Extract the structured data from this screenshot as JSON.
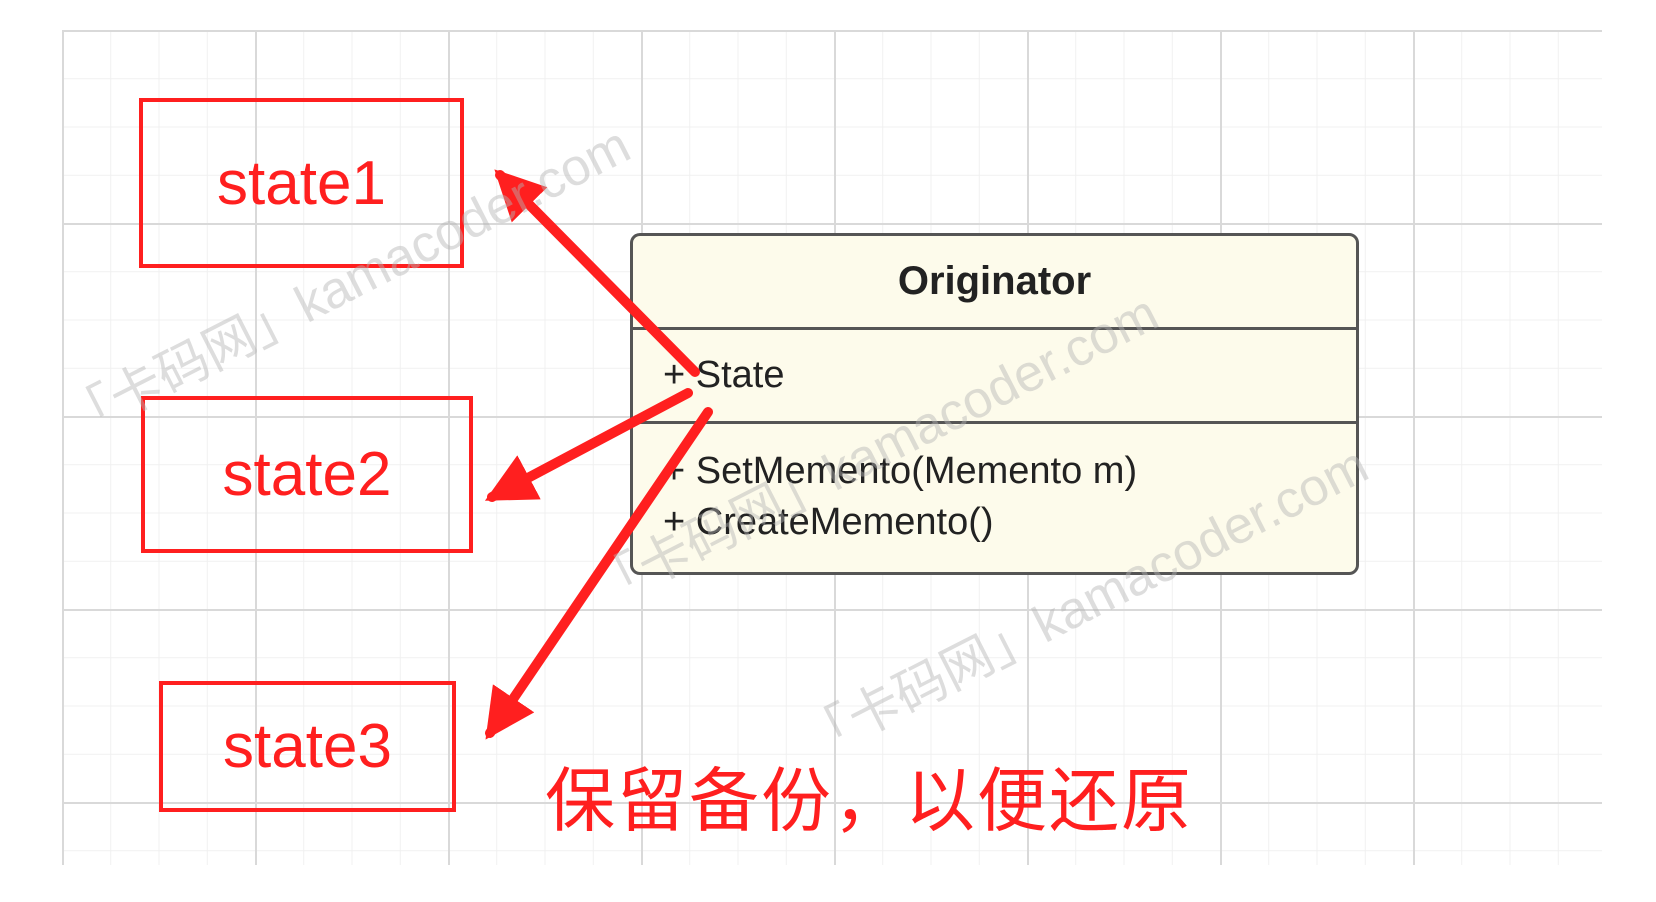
{
  "states": [
    "state1",
    "state2",
    "state3"
  ],
  "originator": {
    "title": "Originator",
    "attribute": "+ State",
    "operations": [
      "+ SetMemento(Memento m)",
      "+ CreateMemento()"
    ]
  },
  "caption": "保留备份，以便还原",
  "watermark": "「卡码网」kamacoder.com",
  "colors": {
    "accent": "#ff1f1f",
    "class_fill": "#fdfbeb",
    "class_border": "#555555",
    "grid": "#d9d9d9"
  }
}
